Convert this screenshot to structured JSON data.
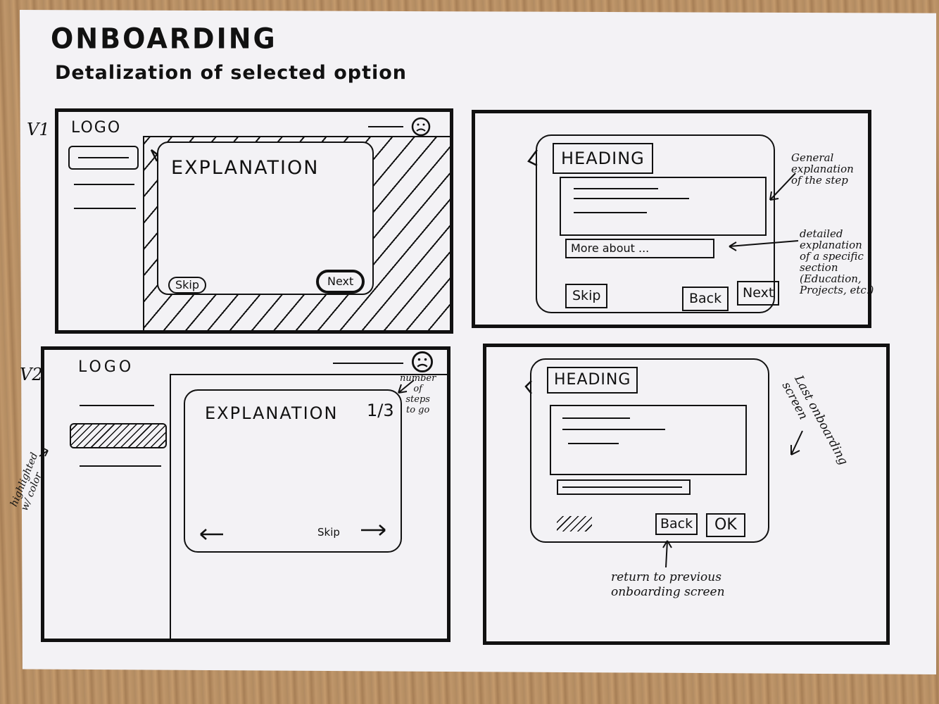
{
  "title": "ONBOARDING",
  "subtitle": "Detalization of selected option",
  "v1": {
    "label": "V1",
    "screen_a": {
      "logo": "LOGO",
      "explanation": "EXPLANATION",
      "skip": "Skip",
      "next": "Next"
    },
    "screen_b": {
      "heading": "HEADING",
      "more_about": "More about ...",
      "skip": "Skip",
      "back": "Back",
      "next": "Next",
      "note_general": [
        "General",
        "explanation",
        "of the step"
      ],
      "note_detailed": [
        "detailed",
        "explanation",
        "of a specific",
        "section",
        "(Education,",
        "Projects, etc.)"
      ]
    }
  },
  "v2": {
    "label": "V2",
    "screen_a": {
      "logo": "LOGO",
      "explanation": "EXPLANATION",
      "step_counter": "1/3",
      "skip": "Skip",
      "note_steps": [
        "number",
        "of",
        "steps",
        "to go"
      ],
      "note_highlighted": [
        "highlighted",
        "w/ color"
      ]
    },
    "screen_b": {
      "heading": "HEADING",
      "back": "Back",
      "ok": "OK",
      "note_last": [
        "Last onboarding",
        "screen"
      ],
      "note_return": [
        "return to previous",
        "onboarding screen"
      ]
    }
  },
  "icons": {
    "profile": "profile-icon",
    "arrow_left": "arrow-left-icon",
    "arrow_right": "arrow-right-icon"
  }
}
